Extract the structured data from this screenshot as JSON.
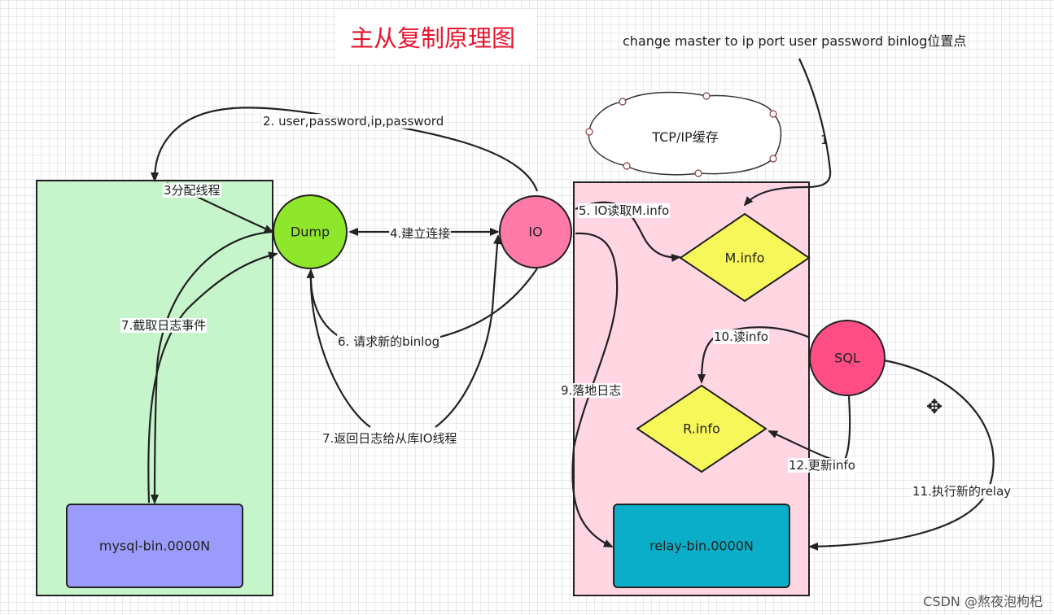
{
  "title": "主从复制原理图",
  "top_note": "change master to ip port user password binlog位置点",
  "cloud_label": "TCP/IP缓存",
  "nodes": {
    "dump": "Dump",
    "io": "IO",
    "sql": "SQL",
    "m_info": "M.info",
    "r_info": "R.info",
    "mysql_bin": "mysql-bin.0000N",
    "relay_bin": "relay-bin.0000N"
  },
  "edges": {
    "step1": "1",
    "step2": "2. user,password,ip,password",
    "step3": "3分配线程",
    "step4": "4.建立连接",
    "step5": "5. IO读取M.info",
    "step6": "6. 请求新的binlog",
    "step7_cut": "7.截取日志事件",
    "step7_return": "7.返回日志给从库IO线程",
    "step9": "9.落地日志",
    "step10": "10.读info",
    "step11": "11.执行新的relay",
    "step12": "12.更新info"
  },
  "watermark": "CSDN @熬夜泡枸杞",
  "colors": {
    "title": "#e8142d",
    "master_box": "#c6f5cc",
    "slave_box": "#ffd6e2",
    "dump": "#8fe72b",
    "io": "#ff7aa6",
    "sql": "#ff4d86",
    "diamond": "#f7f75a",
    "mysql_bin": "#9b9bfb",
    "relay_bin": "#0aaec8"
  },
  "icons": [
    "move-cursor-icon",
    "arrow-head-icon"
  ]
}
